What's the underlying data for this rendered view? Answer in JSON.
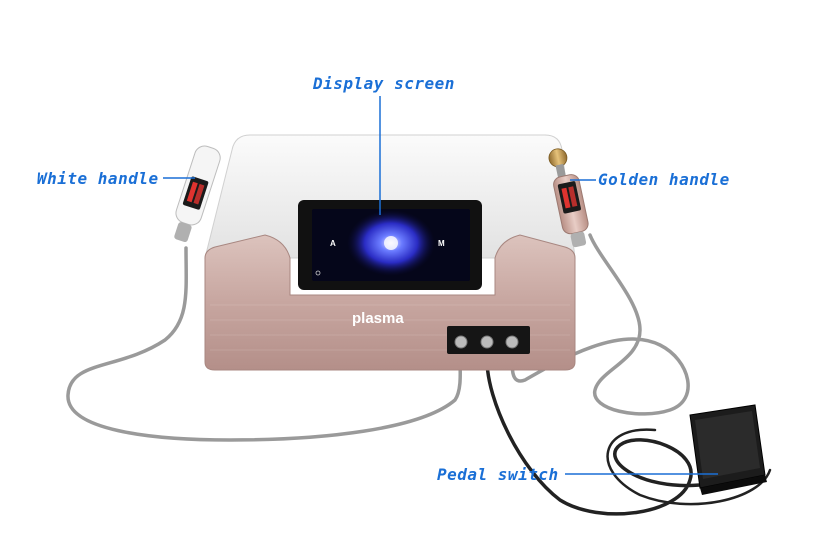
{
  "annotations": {
    "display_screen": "Display screen",
    "white_handle": "White handle",
    "golden_handle": "Golden handle",
    "pedal_switch": "Pedal switch"
  },
  "device": {
    "brand_label": "plasma",
    "screen_left_label": "A",
    "screen_right_label": "M"
  },
  "colors": {
    "annotation_blue": "#1a6fd6",
    "body_rose_gold": "#c9a9a3",
    "top_shell_white": "#efefef",
    "screen_glow": "#3b52ff"
  },
  "icons": {
    "white_handpiece": "white-handpiece-icon",
    "golden_handpiece": "golden-handpiece-icon",
    "foot_pedal": "foot-pedal-icon"
  }
}
